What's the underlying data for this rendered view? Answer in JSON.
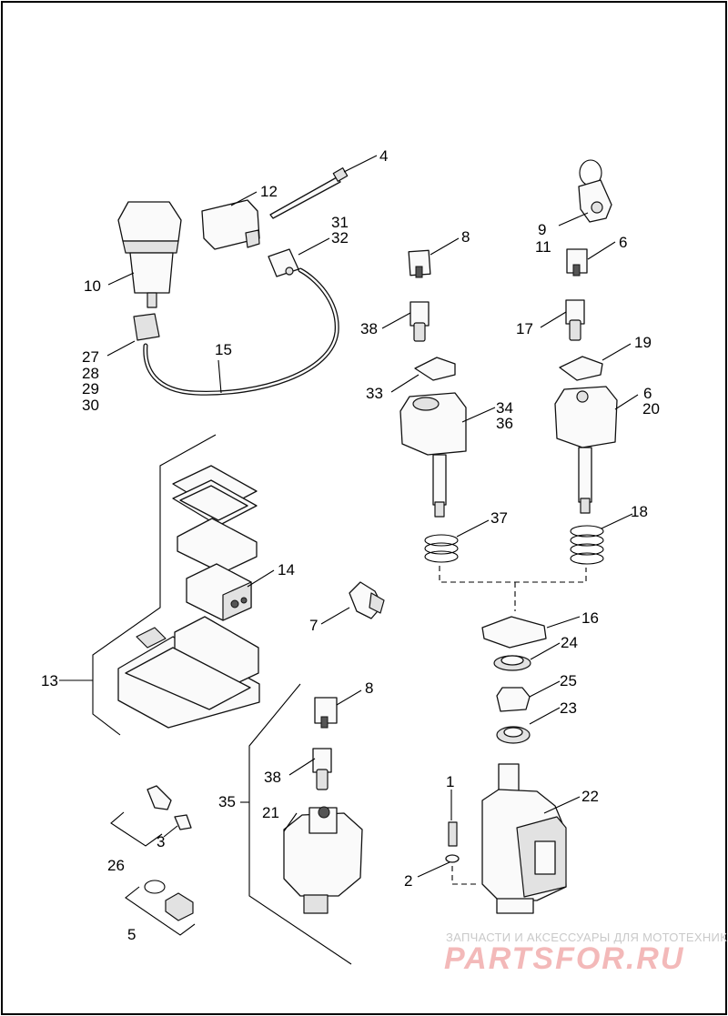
{
  "diagram": {
    "callouts": {
      "c1": "1",
      "c2": "2",
      "c3": "3",
      "c4": "4",
      "c5": "5",
      "c6a": "6",
      "c6b": "6",
      "c7": "7",
      "c8a": "8",
      "c8b": "8",
      "c9": "9",
      "c10": "10",
      "c11": "11",
      "c12": "12",
      "c13": "13",
      "c14": "14",
      "c15": "15",
      "c16": "16",
      "c17": "17",
      "c18": "18",
      "c19": "19",
      "c20": "20",
      "c21": "21",
      "c22": "22",
      "c23": "23",
      "c24": "24",
      "c25": "25",
      "c26": "26",
      "c27": "27",
      "c28": "28",
      "c29": "29",
      "c30": "30",
      "c31": "31",
      "c32": "32",
      "c33": "33",
      "c34": "34",
      "c35": "35",
      "c36": "36",
      "c37": "37",
      "c38a": "38",
      "c38b": "38"
    }
  },
  "watermark": {
    "tagline": "ЗАПЧАСТИ И АКСЕССУАРЫ ДЛЯ МОТОТЕХНИКИ",
    "brand": "PARTSFOR.RU"
  }
}
